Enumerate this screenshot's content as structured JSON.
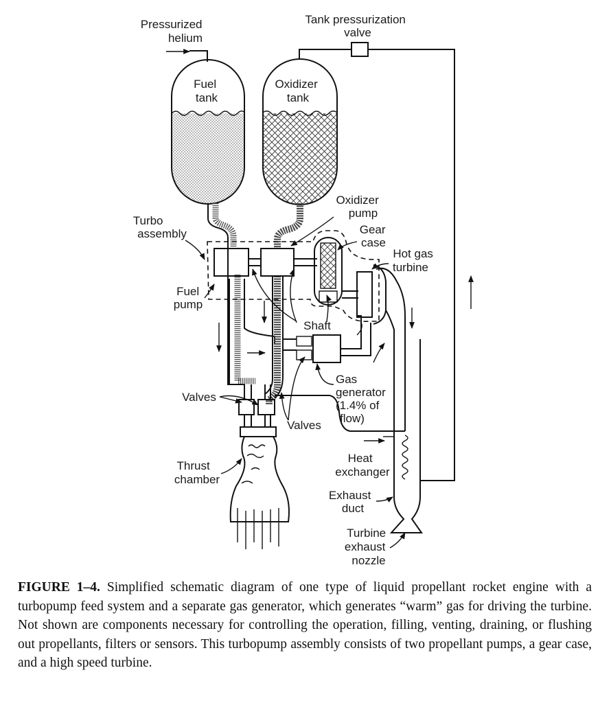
{
  "labels": {
    "pressurized_helium": [
      "Pressurized",
      "helium"
    ],
    "tank_pressurization_valve": [
      "Tank pressurization",
      "valve"
    ],
    "fuel_tank": [
      "Fuel",
      "tank"
    ],
    "oxidizer_tank": [
      "Oxidizer",
      "tank"
    ],
    "oxidizer_pump": [
      "Oxidizer",
      "pump"
    ],
    "turbo_assembly": [
      "Turbo",
      "assembly"
    ],
    "gear_case": [
      "Gear",
      "case"
    ],
    "hot_gas_turbine": [
      "Hot gas",
      "turbine"
    ],
    "fuel_pump": [
      "Fuel",
      "pump"
    ],
    "shaft": "Shaft",
    "gas_generator": [
      "Gas",
      "generator",
      "(1.4% of",
      "flow)"
    ],
    "valves_left": "Valves",
    "valves_right": "Valves",
    "thrust_chamber": [
      "Thrust",
      "chamber"
    ],
    "heat_exchanger": [
      "Heat",
      "exchanger"
    ],
    "exhaust_duct": [
      "Exhaust",
      "duct"
    ],
    "turbine_exhaust_nozzle": [
      "Turbine",
      "exhaust",
      "nozzle"
    ]
  },
  "caption": {
    "figure_number": "FIGURE 1–4.",
    "text": "Simplified schematic diagram of one type of liquid propellant rocket engine with a turbopump feed system and a separate gas generator, which generates “warm” gas for driving the turbine. Not shown are components necessary for controlling the operation, filling, venting, draining, or flushing out propellants, filters or sensors. This turbopump assembly consists of two propellant pumps, a gear case, and a high speed turbine."
  }
}
